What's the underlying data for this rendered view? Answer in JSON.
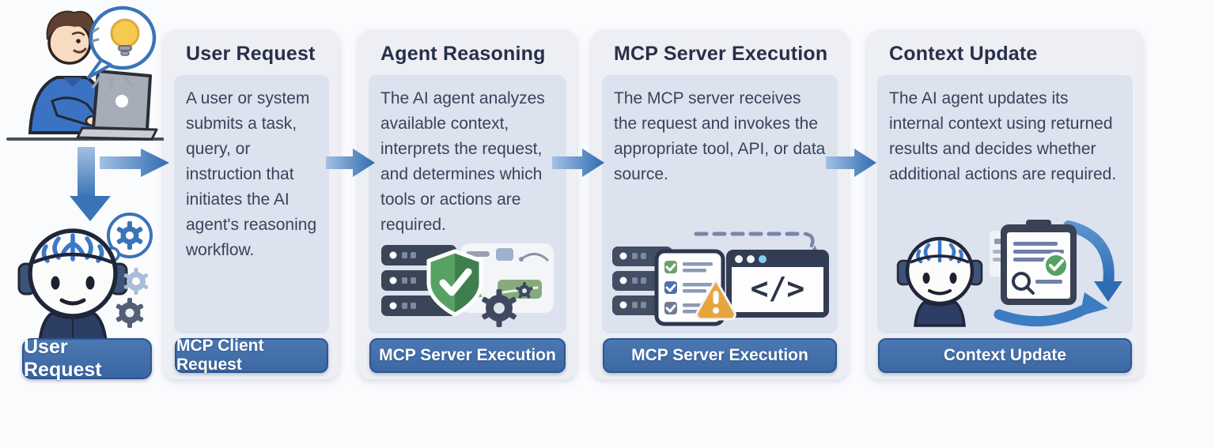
{
  "diagram": {
    "start": {
      "badge": "User Request",
      "illustrations": [
        "person-at-laptop",
        "idea-speech-bubble",
        "lightbulb",
        "ai-robot-head",
        "gear-thought-bubble",
        "gears"
      ]
    },
    "steps": [
      {
        "title": "User Request",
        "description": "A user or system submits a task, query, or instruction that initiates the AI agent's reasoning workflow.",
        "badge": "MCP Client Request",
        "icons": []
      },
      {
        "title": "Agent Reasoning",
        "description": "The AI agent analyzes available context, interprets the request, and determines which tools or actions are required.",
        "badge": "MCP Server Execution",
        "icons": [
          "server-stack",
          "shield-check",
          "gear",
          "tool-card"
        ]
      },
      {
        "title": "MCP Server Execution",
        "description": "The MCP server receives the request and invokes the appropriate tool, API, or data source.",
        "badge": "MCP Server Execution",
        "icons": [
          "server-stack",
          "checklist-card",
          "warning-triangle",
          "code-window",
          "dashed-arrow"
        ],
        "code_glyph": "</>"
      },
      {
        "title": "Context Update",
        "description": "The AI agent updates its internal context using returned results and decides whether additional actions are required.",
        "badge": "Context Update",
        "icons": [
          "robot-head",
          "clipboard-check",
          "refresh-cycle-arrows"
        ]
      }
    ]
  },
  "colors": {
    "page_bg": "#fafbfd",
    "panel_bg": "#edeff5",
    "panel_inner_bg": "#dce2ee",
    "title_text": "#273048",
    "body_text": "#39435a",
    "pill_bg": "#4173ad",
    "pill_border": "#2e558e",
    "pill_text": "#ffffff",
    "arrow_blue": "#3a74b6",
    "brain_blue": "#3b78c9",
    "shield_green": "#4c9a5c",
    "warning_orange": "#e8a53f",
    "lightbulb_yellow": "#f6c94f",
    "server_slate": "#3a4658"
  }
}
